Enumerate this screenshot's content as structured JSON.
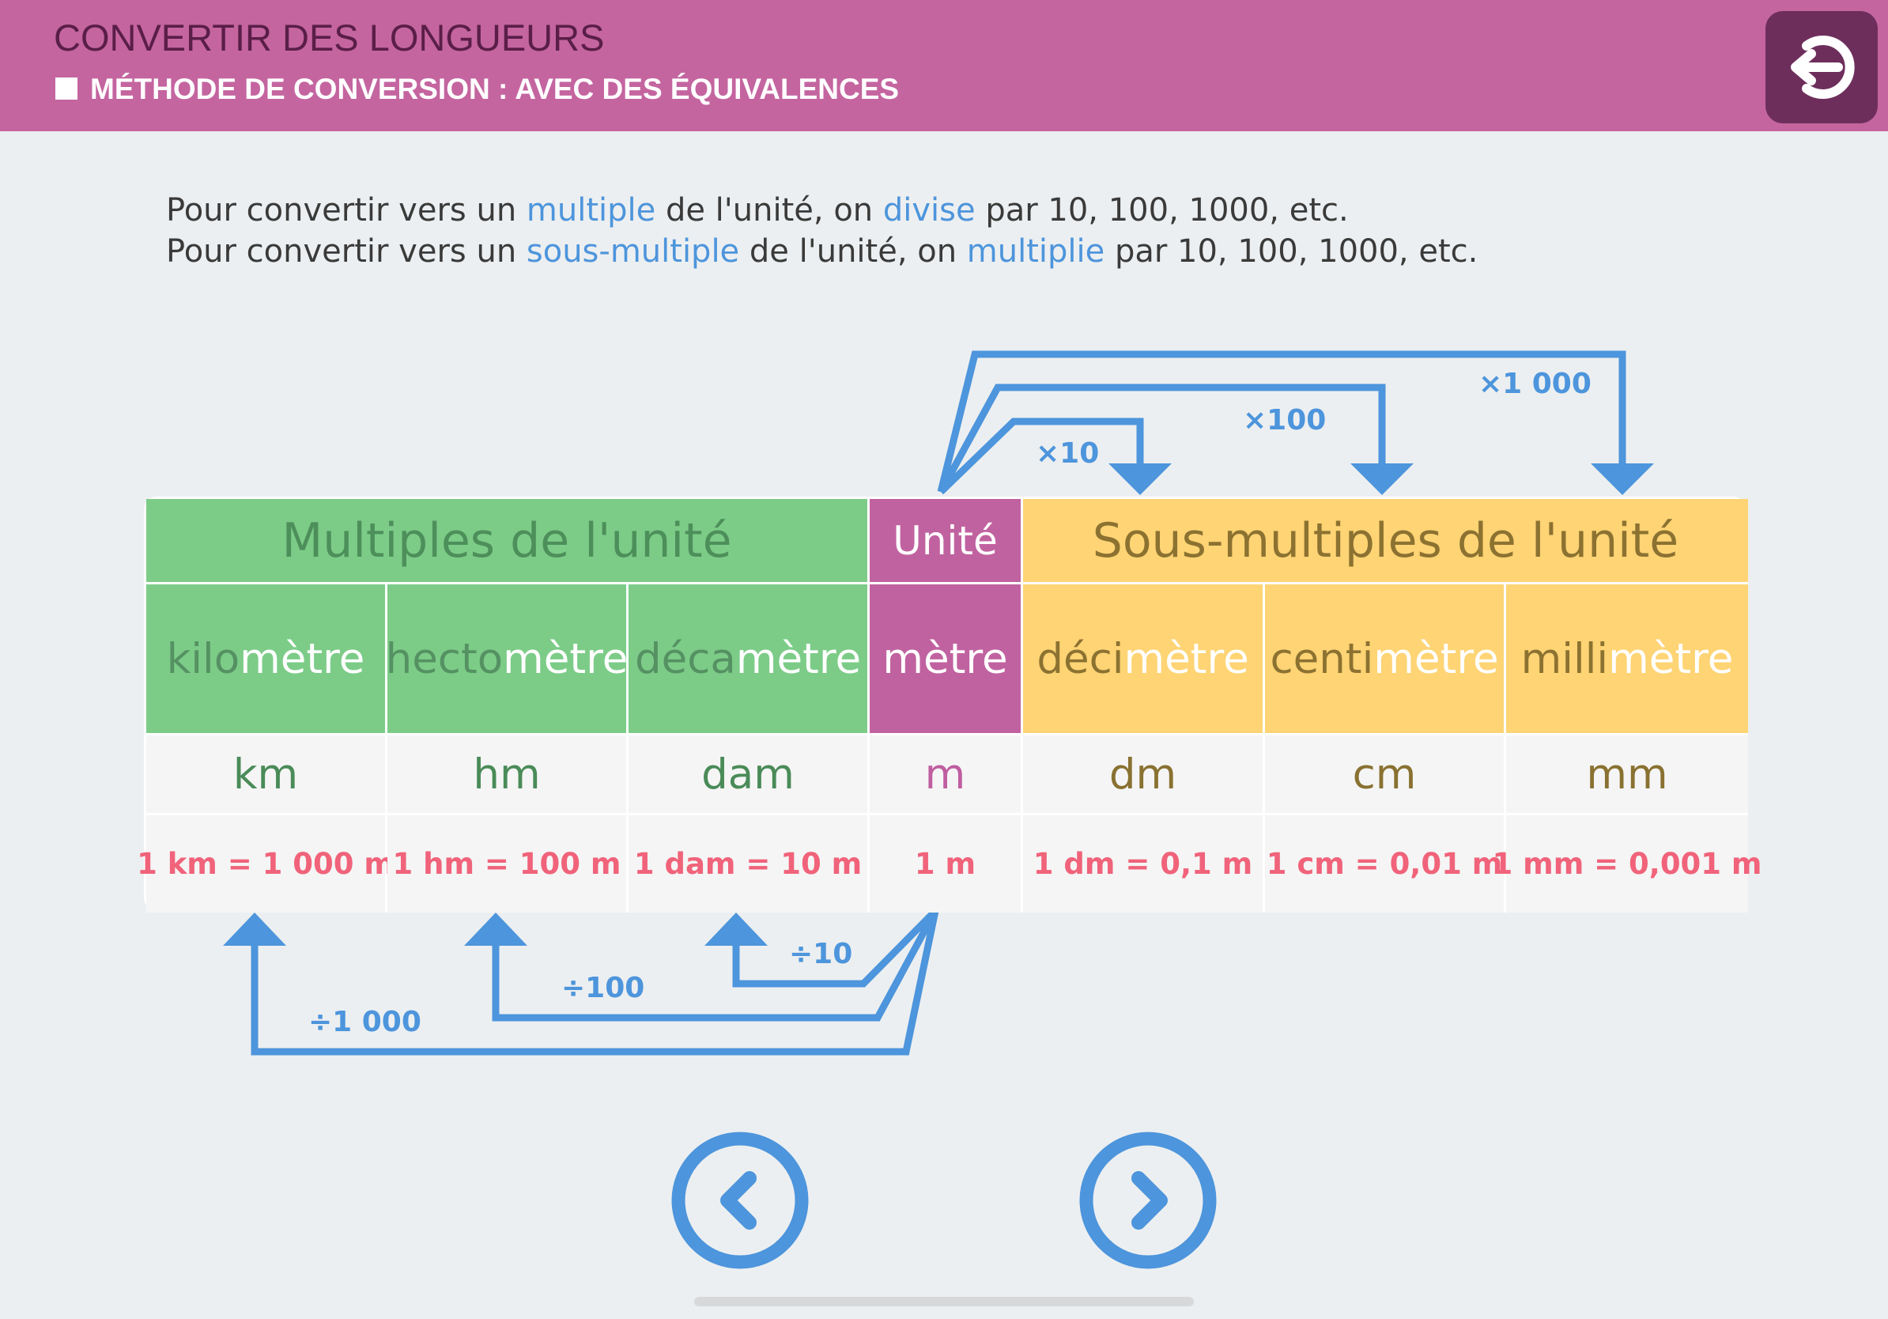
{
  "header": {
    "title": "CONVERTIR DES LONGUEURS",
    "subtitle": "MÉTHODE DE CONVERSION : AVEC DES ÉQUIVALENCES",
    "background": "#c465a0",
    "exit_button": {
      "icon": "exit-arrow-icon",
      "background": "#6e2e5c"
    }
  },
  "intro": {
    "line1": {
      "a": "Pour convertir vers un ",
      "b": "multiple",
      "c": " de l'unité, on ",
      "d": "divise",
      "e": " par 10, 100, 1000, etc."
    },
    "line2": {
      "a": "Pour convertir vers un ",
      "b": "sous-multiple",
      "c": " de l'unité, on ",
      "d": "multiplie",
      "e": " par 10, 100, 1000, etc."
    },
    "keyword_color": "#4d95dc"
  },
  "table": {
    "groups": {
      "multiples": "Multiples de l'unité",
      "unit": "Unité",
      "submultiples": "Sous-multiples de l'unité"
    },
    "units": [
      {
        "prefix": "kilo",
        "base": "mètre",
        "symbol": "km",
        "equivalence": "1 km = 1 000 m"
      },
      {
        "prefix": "hecto",
        "base": "mètre",
        "symbol": "hm",
        "equivalence": "1 hm = 100 m"
      },
      {
        "prefix": "déca",
        "base": "mètre",
        "symbol": "dam",
        "equivalence": "1 dam = 10 m"
      },
      {
        "prefix": "",
        "base": "mètre",
        "symbol": "m",
        "equivalence": "1 m"
      },
      {
        "prefix": "déci",
        "base": "mètre",
        "symbol": "dm",
        "equivalence": "1 dm = 0,1 m"
      },
      {
        "prefix": "centi",
        "base": "mètre",
        "symbol": "cm",
        "equivalence": "1 cm = 0,01 m"
      },
      {
        "prefix": "milli",
        "base": "mètre",
        "symbol": "mm",
        "equivalence": "1 mm = 0,001 m"
      }
    ],
    "colors": {
      "multiples": "#7ccc88",
      "unit": "#c162a0",
      "submultiples": "#fed474",
      "equivalence": "#f0637a"
    }
  },
  "arrows": {
    "multiply": [
      "×10",
      "×100",
      "×1 000"
    ],
    "divide": [
      "÷10",
      "÷100",
      "÷1 000"
    ],
    "color": "#4d95dc"
  },
  "navigation": {
    "previous": {
      "icon": "chevron-left-icon"
    },
    "next": {
      "icon": "chevron-right-icon"
    }
  }
}
